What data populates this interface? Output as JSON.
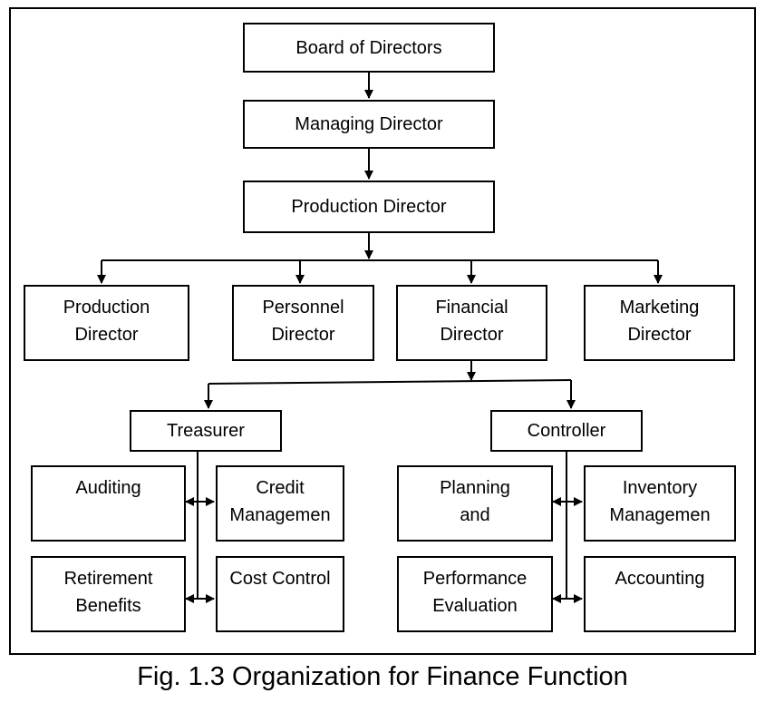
{
  "diagram": {
    "board": "Board of Directors",
    "managing": "Managing Director",
    "production_top": "Production Director",
    "production": "Production\nDirector",
    "personnel": "Personnel\nDirector",
    "financial": "Financial\nDirector",
    "marketing": "Marketing\nDirector",
    "treasurer": "Treasurer",
    "controller": "Controller",
    "auditing": "Auditing",
    "credit": "Credit\nManagemen",
    "retirement": "Retirement\nBenefits",
    "cost_control": "Cost Control",
    "planning": "Planning\nand",
    "inventory": "Inventory\nManagemen",
    "performance": "Performance\nEvaluation",
    "accounting": "Accounting"
  },
  "caption": "Fig. 1.3 Organization for Finance Function"
}
